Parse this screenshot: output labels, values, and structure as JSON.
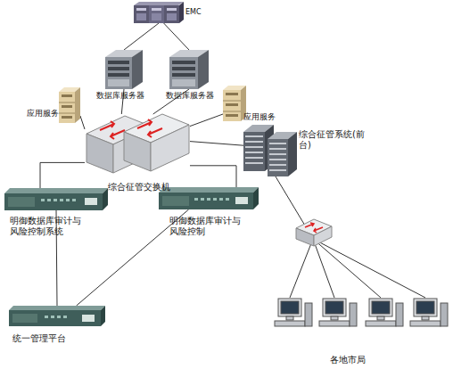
{
  "diagram": {
    "nodes": [
      {
        "text": [
          "EMC"
        ]
      },
      {
        "text": [
          "数据库服务器"
        ]
      },
      {
        "text": [
          "数据库服务器"
        ]
      },
      {
        "text": [
          "应用服务"
        ]
      },
      {
        "text": [
          "应用服务"
        ]
      },
      {
        "text": [
          "综合征管交换机"
        ]
      },
      {
        "text": [
          "综合征管系统(前台)"
        ]
      },
      {
        "text": [
          "明御数据库审计与风险控制系统"
        ]
      },
      {
        "text": [
          "明御数据库审计与风险控制"
        ]
      },
      {
        "text": [
          "统一管理平台"
        ]
      },
      {
        "text": [
          "各地市局"
        ]
      }
    ],
    "edges": [
      {
        "from": 0,
        "to": 1,
        "arrow": "none"
      },
      {
        "from": 0,
        "to": 2,
        "arrow": "none"
      },
      {
        "from": 1,
        "to": 5,
        "arrow": "none"
      },
      {
        "from": 2,
        "to": 5,
        "arrow": "none"
      },
      {
        "from": 3,
        "to": 5,
        "arrow": "none"
      },
      {
        "from": 4,
        "to": 5,
        "arrow": "none"
      },
      {
        "from": 5,
        "to": 6,
        "arrow": "none"
      },
      {
        "from": 5,
        "to": 7,
        "arrow": "none"
      },
      {
        "from": 5,
        "to": 8,
        "arrow": "none"
      },
      {
        "from": 7,
        "to": 9,
        "arrow": "none"
      },
      {
        "from": 8,
        "to": 9,
        "arrow": "none"
      },
      {
        "from": 6,
        "to": 10,
        "arrow": "none"
      }
    ]
  }
}
